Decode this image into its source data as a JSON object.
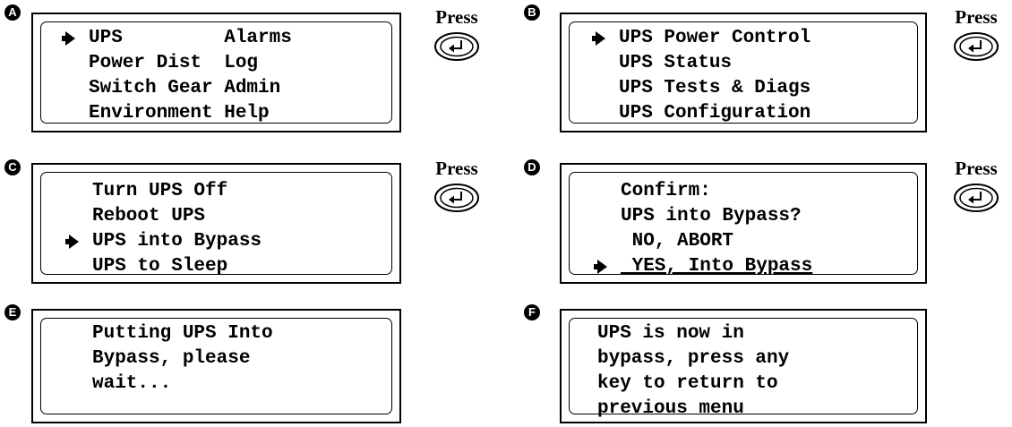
{
  "press_label": "Press",
  "enter_key_icon": "enter-key-icon",
  "steps": [
    {
      "badge": "A",
      "lines": [
        "UPS         Alarms",
        "Power Dist  Log",
        "Switch Gear Admin",
        "Environment Help"
      ],
      "selected_line": 0
    },
    {
      "badge": "B",
      "lines": [
        "UPS Power Control",
        "UPS Status",
        "UPS Tests & Diags",
        "UPS Configuration"
      ],
      "selected_line": 0
    },
    {
      "badge": "C",
      "lines": [
        "Turn UPS Off",
        "Reboot UPS",
        "UPS into Bypass",
        "UPS to Sleep"
      ],
      "selected_line": 2
    },
    {
      "badge": "D",
      "lines": [
        "Confirm:",
        "UPS into Bypass?",
        " NO, ABORT",
        " YES, Into Bypass"
      ],
      "selected_line": 3
    },
    {
      "badge": "E",
      "lines": [
        "Putting UPS Into",
        "Bypass, please",
        "wait..."
      ]
    },
    {
      "badge": "F",
      "lines": [
        "UPS is now in",
        "bypass, press any",
        "key to return to",
        "previous menu"
      ]
    }
  ]
}
